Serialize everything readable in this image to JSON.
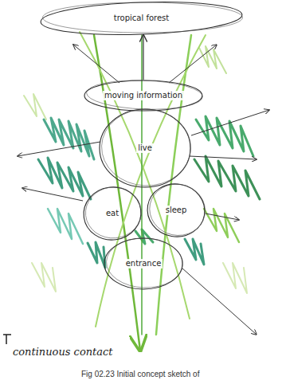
{
  "diagram": {
    "caption": "Fig 02.23 Initial concept sketch of",
    "nodes": [
      {
        "text": [
          "tropical forest"
        ]
      },
      {
        "text": [
          "moving information"
        ]
      },
      {
        "text": [
          "live"
        ]
      },
      {
        "text": [
          "eat"
        ]
      },
      {
        "text": [
          "sleep"
        ]
      },
      {
        "text": [
          "entrance"
        ]
      }
    ],
    "edges": [
      {
        "from": 1,
        "to": 0,
        "arrow": "to"
      }
    ],
    "labels": [
      "continuous contact"
    ]
  }
}
